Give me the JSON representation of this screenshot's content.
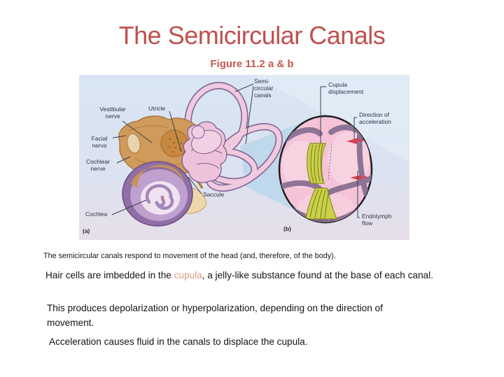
{
  "slide": {
    "title": "The Semicircular Canals",
    "subtitle": "Figure 11.2 a & b"
  },
  "figure": {
    "labels": {
      "semicircular_canals": "Semi-\ncircular\ncanals",
      "vestibular_nerve": "Vestibular\nnerve",
      "utricle": "Utricle",
      "facial_nerve": "Facial\nnerve",
      "cochlear_nerve": "Cochlear\nnerve",
      "cochlea": "Cochlea",
      "saccule": "Saccule",
      "cupula_displacement": "Cupula\ndisplacement",
      "direction_of_acceleration": "Direction of\nacceleration",
      "endolymph_flow": "Endolymph\nflow",
      "panel_a": "(a)",
      "panel_b": "(b)"
    }
  },
  "body": {
    "intro": "The semicircular canals respond to movement of the head (and, therefore, of the body).",
    "hair_cells_before": "Hair cells are imbedded in the ",
    "hair_cells_highlight": "cupula",
    "hair_cells_after": ", a jelly-like substance found at the base of each canal.",
    "depolarization": "This produces depolarization or hyperpolarization, depending on the direction of movement.",
    "acceleration": "Acceleration causes fluid in the canals to displace the cupula."
  },
  "colors": {
    "title_red": "#C0504D",
    "highlight_salmon": "#D99B83",
    "diagram_bg_top": "#D8E6F3",
    "diagram_bg_bottom": "#E6DEE9",
    "canal_pink": "#F0CBE0",
    "canal_outline": "#8A6B99",
    "nerve_tan": "#CF9A5A",
    "cochlea_purple": "#8F6FA5",
    "cupula_yellow": "#CBD04B",
    "arrow_red": "#D6404F"
  }
}
